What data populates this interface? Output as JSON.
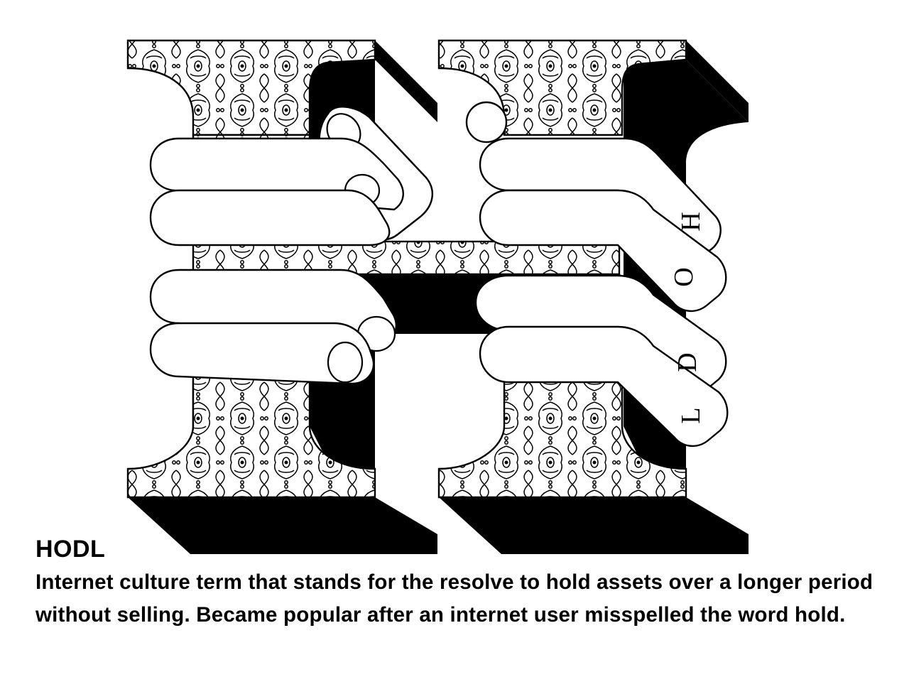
{
  "title": "HODL",
  "description": "Internet culture term that stands for the resolve to hold assets over a longer period without selling. Became popular after an internet user misspelled the word hold.",
  "illustration": {
    "icon": "serif-letter-H-gripped-by-two-hands",
    "finger_letters": [
      "H",
      "O",
      "D",
      "L"
    ],
    "colors": {
      "ink": "#000000",
      "paper": "#ffffff"
    }
  }
}
